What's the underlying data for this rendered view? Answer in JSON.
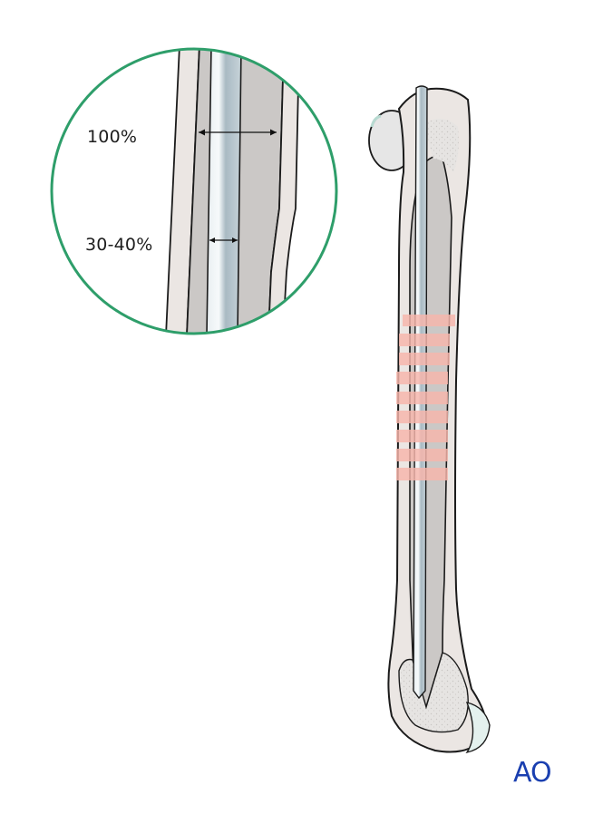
{
  "magnified_view": {
    "label_full_width": "100%",
    "label_nail_width": "30-40%",
    "circle_color": "#2e9e6a"
  },
  "bone": {
    "highlight_color": "#f8b6ac",
    "highlight_band_count": 9
  },
  "logo": {
    "text": "AO",
    "color": "#1a3fb0"
  }
}
